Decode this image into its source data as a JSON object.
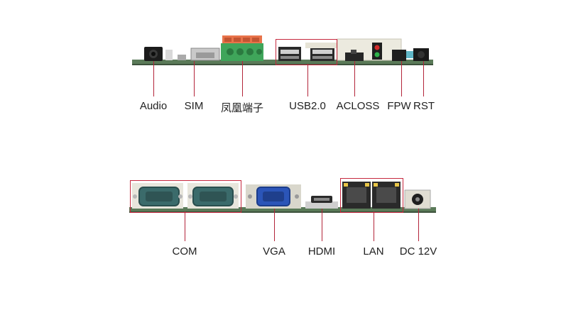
{
  "top_panel": {
    "labels": {
      "audio": "Audio",
      "sim": "SIM",
      "phoenix": "凤凰端子",
      "usb": "USB2.0",
      "acloss": "ACLOSS",
      "fpw": "FPW",
      "rst": "RST"
    }
  },
  "bottom_panel": {
    "labels": {
      "com": "COM",
      "vga": "VGA",
      "hdmi": "HDMI",
      "lan": "LAN",
      "dc": "DC 12V"
    }
  },
  "colors": {
    "leader_line": "#b3253a",
    "highlight_box": "#c6283e",
    "pcb": "#5a7a58",
    "phoenix_green": "#3fa55a",
    "phoenix_orange": "#e8734a",
    "vga_blue": "#2b55b8",
    "com_teal": "#3b6b6b"
  }
}
